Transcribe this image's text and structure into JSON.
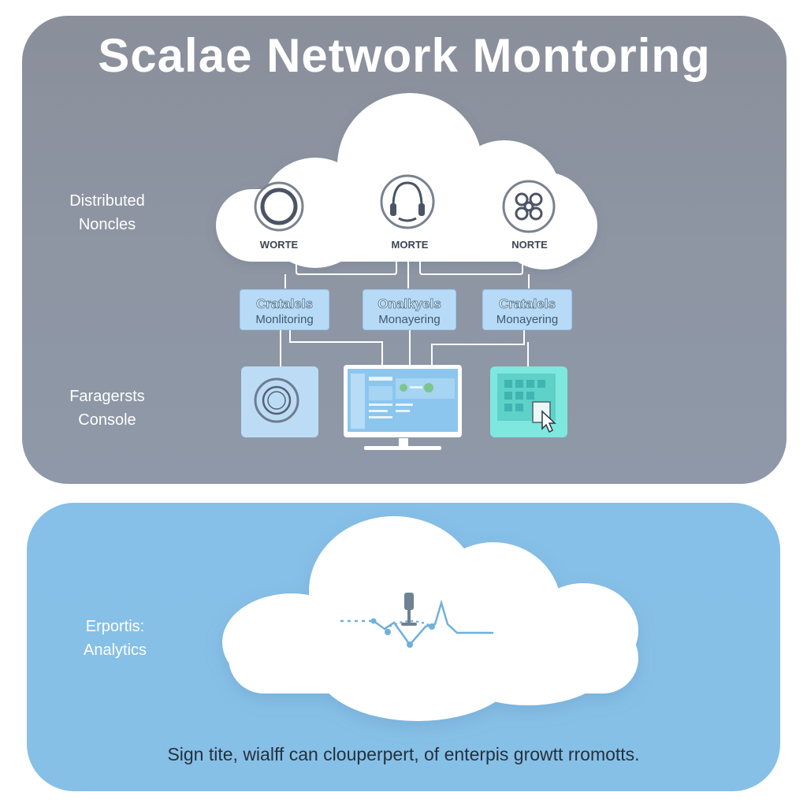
{
  "title": "Scalae Network Montoring",
  "sections": {
    "distributed": [
      "Distributed",
      "Noncles"
    ],
    "console": [
      "Faragersts",
      "Console"
    ],
    "analytics": [
      "Erportis:",
      "Analytics"
    ]
  },
  "nodes": [
    {
      "label": "WORTE",
      "icon": "target-icon"
    },
    {
      "label": "MORTE",
      "icon": "headset-icon"
    },
    {
      "label": "NORTE",
      "icon": "cluster-icon"
    }
  ],
  "boxes": [
    {
      "title": "Cratalels",
      "subtitle": "Monlitoring"
    },
    {
      "title": "Onalkyels",
      "subtitle": "Monayering"
    },
    {
      "title": "Cratalels",
      "subtitle": "Monayering"
    }
  ],
  "devices": [
    {
      "icon": "target-icon"
    },
    {
      "icon": "monitor-dashboard-icon"
    },
    {
      "icon": "grid-cursor-icon"
    }
  ],
  "footer": "Sign tite, wialff can clouperpert, of enterpis growtt rromotts.",
  "colors": {
    "top_panel": "#8e96a4",
    "bottom_panel": "#87c0e7",
    "box_fill": "#b7dbf6",
    "accent_teal": "#7be6dc",
    "line": "#ffffff"
  }
}
